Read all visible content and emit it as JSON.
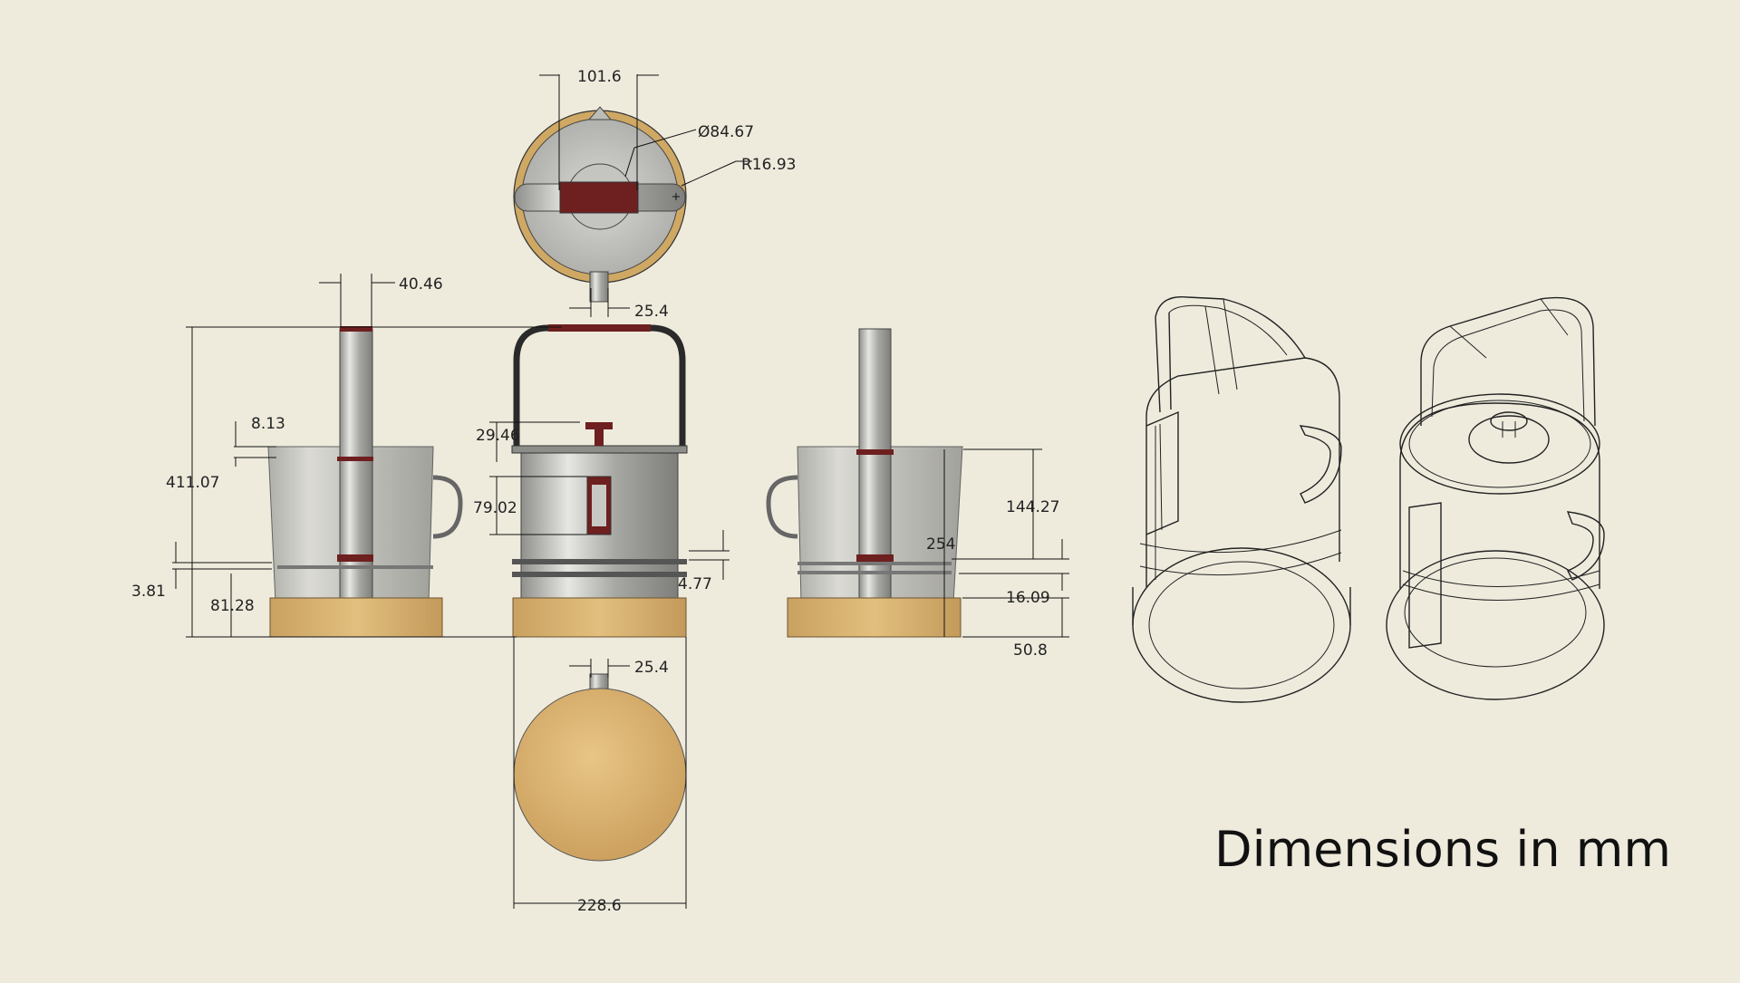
{
  "caption": "Dimensions in mm",
  "units": "mm",
  "dimensions": {
    "top_width": "101.6",
    "lid_diameter": "Ø84.67",
    "handle_radius": "R16.93",
    "spout_width_top": "25.4",
    "side_handle_width": "40.46",
    "rim_height": "8.13",
    "overall_height": "411.07",
    "gap_height": "3.81",
    "base_height_left": "81.28",
    "knob_height": "29.46",
    "window_height": "79.02",
    "band_small": "4.77",
    "body_height": "144.27",
    "body_total": "254",
    "band_height": "16.09",
    "base_height_right": "50.8",
    "spout_width_bottom": "25.4",
    "base_diameter": "228.6"
  },
  "colors": {
    "background": "#eeebdd",
    "wood": "#d9b069",
    "accent_red": "#6e1f1f",
    "steel": "#b3b3b0",
    "glass": "#cfcfca"
  }
}
